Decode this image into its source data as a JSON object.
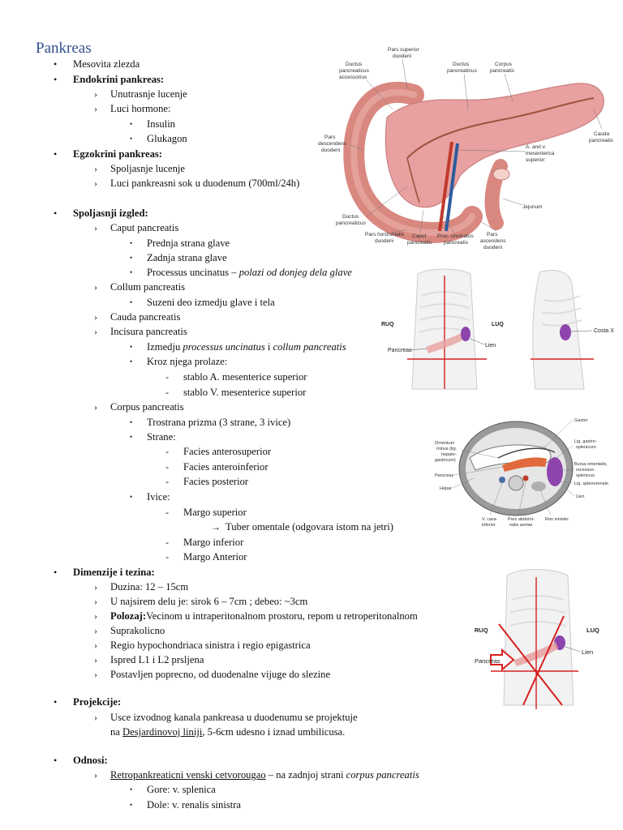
{
  "title": "Pankreas",
  "outline": {
    "l1": "Mesovita zlezda",
    "l2": "Endokrini pankreas:",
    "l3": "Unutrasnje lucenje",
    "l4": "Luci hormone:",
    "l5": "Insulin",
    "l6": "Glukagon",
    "l7": "Egzokrini pankreas:",
    "l8": "Spoljasnje lucenje",
    "l9": "Luci pankreasni sok u duodenum (700ml/24h)",
    "l10": "Spoljasnji izgled:",
    "l11": "Caput pancreatis",
    "l12": "Prednja strana glave",
    "l13": "Zadnja strana glave",
    "l14a": "Processus uncinatus – ",
    "l14b": "polazi od donjeg dela glave",
    "l15": "Collum pancreatis",
    "l16": "Suzeni deo izmedju glave i tela",
    "l17": "Cauda pancreatis",
    "l18": "Incisura pancreatis",
    "l19a": "Izmedju ",
    "l19b": "processus uncinatus",
    "l19c": " i ",
    "l19d": "collum pancreatis",
    "l20": "Kroz njega prolaze:",
    "l21": "stablo A. mesenterice superior",
    "l22": "stablo V. mesenterice superior",
    "l23": "Corpus pancreatis",
    "l24": "Trostrana prizma (3 strane, 3 ivice)",
    "l25": "Strane:",
    "l26": "Facies anterosuperior",
    "l27": "Facies anteroinferior",
    "l28": "Facies posterior",
    "l29": "Ivice:",
    "l30": "Margo superior",
    "l31": "Tuber omentale (odgovara istom na jetri)",
    "l32": "Margo inferior",
    "l33": "Margo Anterior",
    "l34": "Dimenzije i tezina:",
    "l35": "Duzina: 12 – 15cm",
    "l36": "U najsirem delu je: sirok 6 – 7cm ; debeo: ~3cm",
    "l37a": "Polozaj:",
    "l37b": "Vecinom u intraperitonalnom prostoru, repom u retroperitonalnom",
    "l38": "Suprakolicno",
    "l39": "Regio hypochondriaca sinistra i regio epigastrica",
    "l40": "Ispred L1 i L2 prsljena",
    "l41": "Postavljen poprecno, od duodenalne vijuge do slezine",
    "l42": "Projekcije:",
    "l43": "Usce izvodnog kanala pankreasa u duodenumu se projektuje",
    "l44a": "na ",
    "l44b": "Desjardinovoj liniji",
    "l44c": ", 5-6cm udesno i iznad umbilicusa.",
    "l45": "Odnosi:",
    "l46a": "Retropankreaticni venski cetvorougao",
    "l46b": " – na zadnjoj strani ",
    "l46c": "corpus pancreatis",
    "l47": "Gore: v. splenica",
    "l48": "Dole: v. renalis sinistra"
  },
  "bullets": {
    "round": "•",
    "arrow": "›",
    "small": "•",
    "dash": "-",
    "rarrow": "→"
  },
  "fig1": {
    "pars_superior": [
      "Pars superior",
      "duodeni"
    ],
    "dpa": [
      "Ductus",
      "pancreaticus",
      "accessorius"
    ],
    "dp": [
      "Ductus",
      "pancreaticus"
    ],
    "corpus": [
      "Corpus",
      "pancreatis"
    ],
    "cauda": [
      "Cauda",
      "pancreatis"
    ],
    "desc": [
      "Pars",
      "descendens",
      "duodeni"
    ],
    "ams": [
      "A. and v.",
      "mesenterica",
      "superior"
    ],
    "jejunum": "Jejunum",
    "dp2": [
      "Ductus",
      "pancreaticus"
    ],
    "horiz": [
      "Pars horizontalis",
      "duodeni"
    ],
    "caput": [
      "Caput",
      "pancreatis"
    ],
    "unc": [
      "Proc. uncinatus",
      "pancreatis"
    ],
    "asc": [
      "Pars",
      "ascendens",
      "duodeni"
    ]
  },
  "fig2": {
    "ruq": "RUQ",
    "luq": "LUQ",
    "pancreas": "Pancreas",
    "lien": "Lien",
    "costa": "Costa X"
  },
  "fig3": {
    "gaster": "Gaster",
    "omentum": [
      "Omentum",
      "minus (lig.",
      "hepato-",
      "gastricum)"
    ],
    "lig_gs": [
      "Lig. gastro-",
      "splenicum"
    ],
    "pancreas": "Pancreas",
    "bursa": [
      "Bursa omentalis,",
      "recessus",
      "splenicus"
    ],
    "lig_sr": "Lig. splenorenale",
    "hepar": "Hepar",
    "lien": "Lien",
    "vcava": [
      "V. cava",
      "inferior"
    ],
    "aorta": [
      "Pars abdomi-",
      "nalis aortae"
    ],
    "ren": "Ren sinister"
  },
  "fig4": {
    "ruq": "RUQ",
    "luq": "LUQ",
    "pancreas": "Pancreas",
    "lien": "Lien"
  },
  "colors": {
    "title": "#2f4f8f",
    "pancreas": "#e8a0a0",
    "duodenum": "#d98880",
    "spleen": "#8e44ad",
    "line": "#d62020"
  }
}
